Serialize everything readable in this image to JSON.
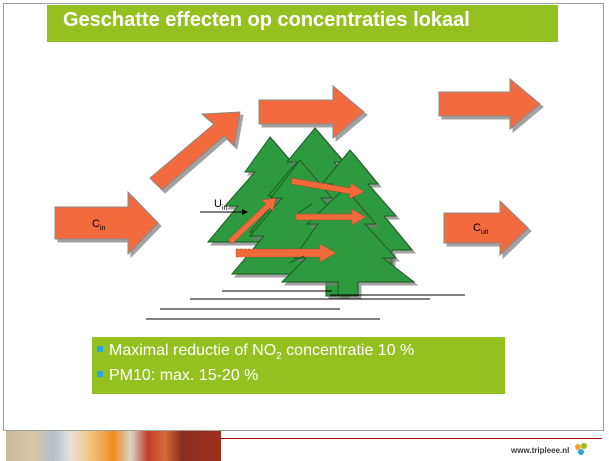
{
  "slide": {
    "title": "Geschatte effecten op concentraties lokaal"
  },
  "diagram": {
    "c_in": {
      "main": "C",
      "sub": "in"
    },
    "u_in": {
      "main": "U",
      "sub": "in"
    },
    "c_uit": {
      "main": "C",
      "sub": "uit"
    }
  },
  "bullets": {
    "line1": {
      "pre": "Maximal reductie of NO",
      "sub": "2",
      "post": " concentratie 10 %"
    },
    "line2": "PM10: max. 15-20 %"
  },
  "footer": {
    "url": "www.tripleee.nl"
  },
  "colors": {
    "accent_green": "#94c11f",
    "arrow_orange": "#f26a3c",
    "tree_green": "#2e9a3f",
    "bullet_blue": "#29a8e0"
  }
}
